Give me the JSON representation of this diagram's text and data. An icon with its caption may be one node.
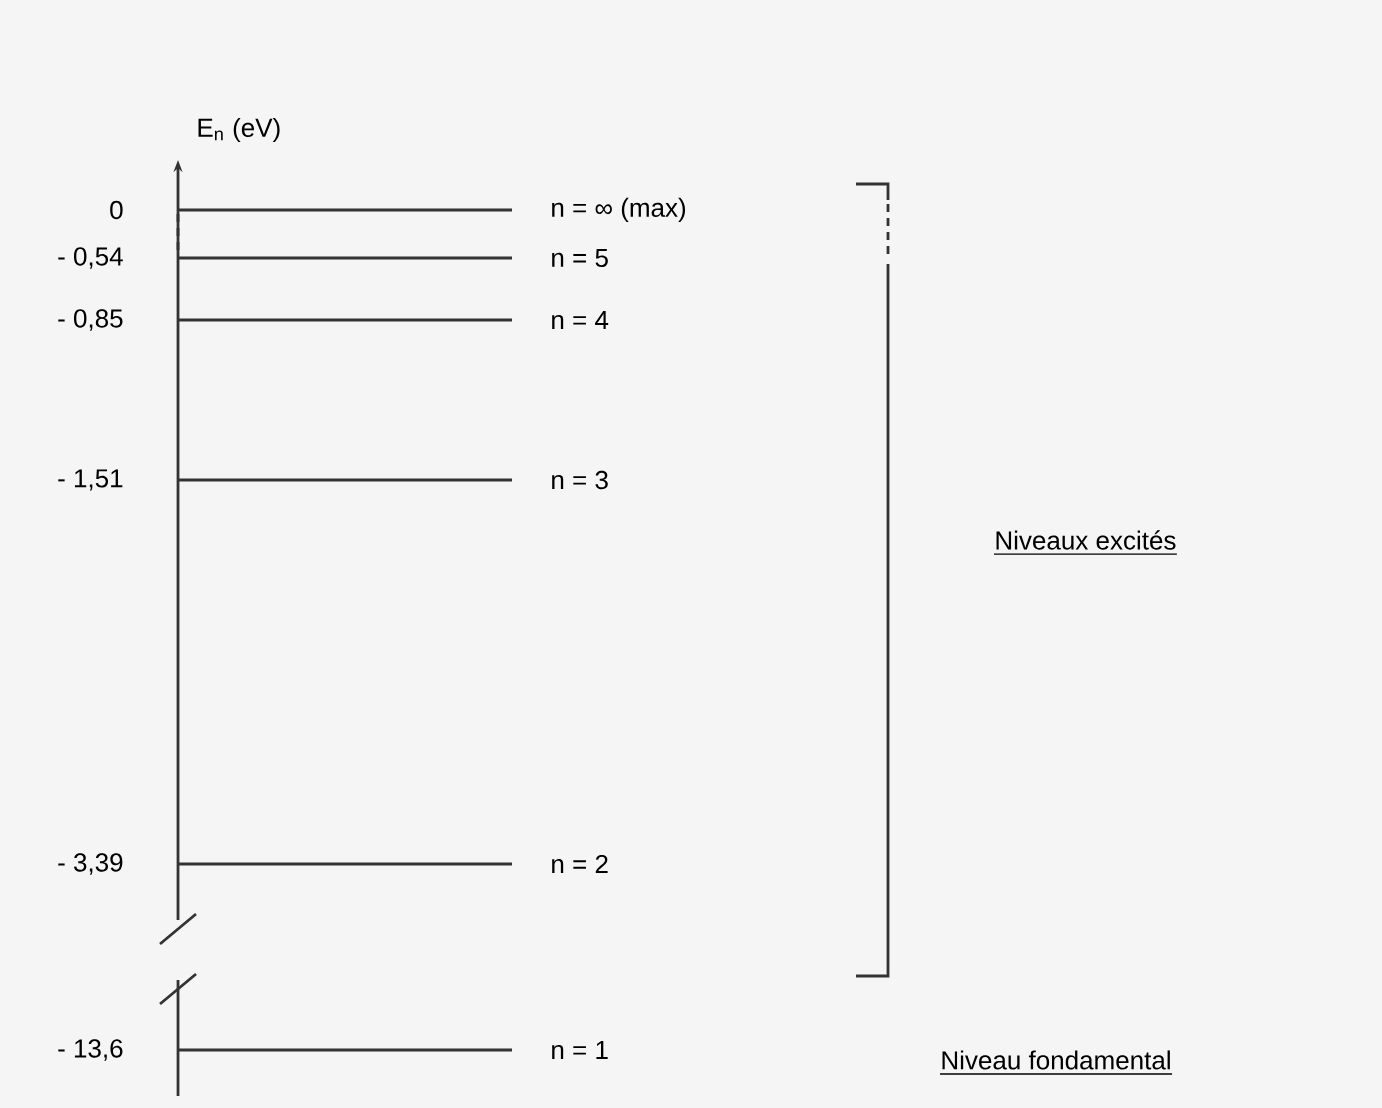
{
  "diagram": {
    "labels": [
      "E$_{n}$ (eV)",
      "0",
      "n = ∞  (max)",
      "- 0,54",
      "n = 5",
      "- 0,85",
      "n = 4",
      "- 1,51",
      "n = 3",
      "Niveaux excités",
      "- 3,39",
      "n = 2",
      "- 13,6",
      "n = 1",
      "Niveau fondamental"
    ]
  }
}
